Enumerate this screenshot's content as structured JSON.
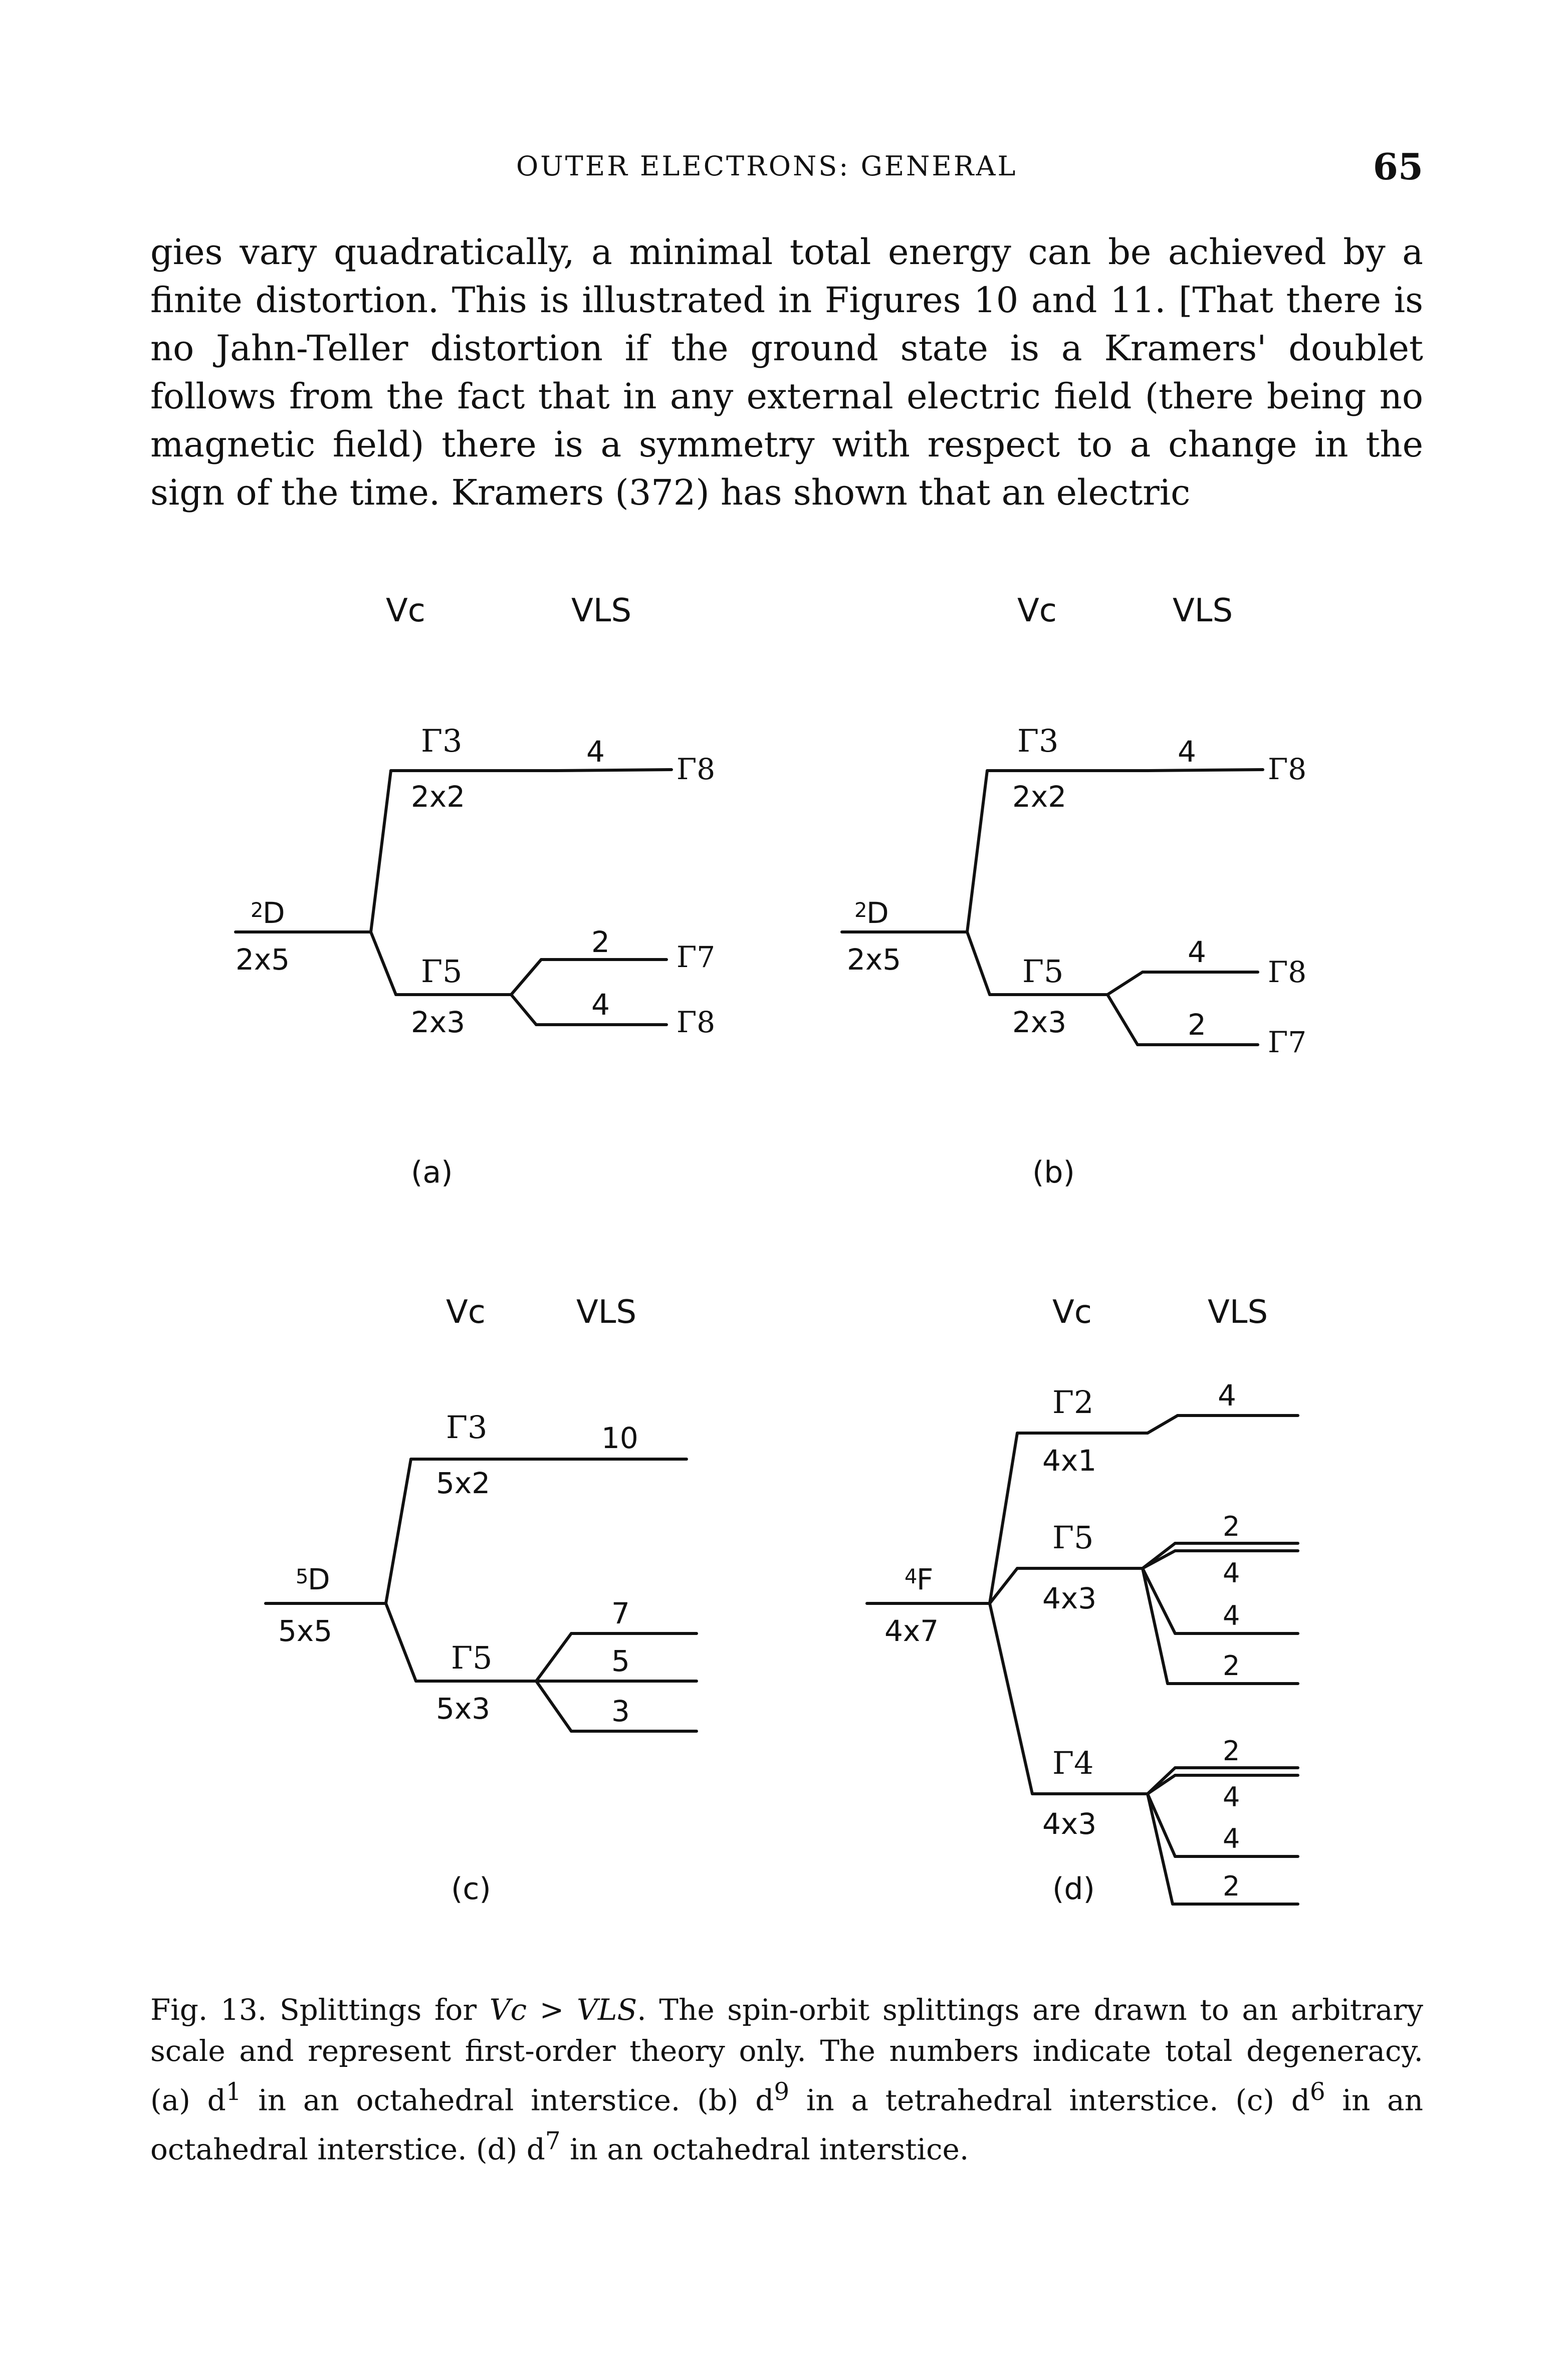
{
  "header": {
    "running_head": "OUTER ELECTRONS: GENERAL",
    "page_number": "65"
  },
  "body_text": "gies vary quadratically, a minimal total energy can be achieved by a finite distortion. This is illustrated in Figures 10 and 11. [That there is no Jahn-Teller distortion if the ground state is a Kramers' doublet follows from the fact that in any external electric field (there being no magnetic field) there is a symmetry with respect to a change in the sign of the time. Kramers (372) has shown that an electric",
  "figure": {
    "column_label_vc": "Vc",
    "column_label_vls": "VLS",
    "panels": {
      "a": {
        "label": "(a)",
        "term": "2D",
        "term_sup": "2",
        "term_letter": "D",
        "term_deg": "2x5",
        "upper_gamma": "Γ3",
        "upper_deg": "2x2",
        "lower_gamma": "Γ5",
        "lower_deg": "2x3",
        "splits": [
          {
            "num": "4",
            "gamma": "Γ8"
          },
          {
            "num": "2",
            "gamma": "Γ7"
          },
          {
            "num": "4",
            "gamma": "Γ8"
          }
        ]
      },
      "b": {
        "label": "(b)",
        "term": "2D",
        "term_sup": "2",
        "term_letter": "D",
        "term_deg": "2x5",
        "upper_gamma": "Γ3",
        "upper_deg": "2x2",
        "lower_gamma": "Γ5",
        "lower_deg": "2x3",
        "splits": [
          {
            "num": "4",
            "gamma": "Γ8"
          },
          {
            "num": "4",
            "gamma": "Γ8"
          },
          {
            "num": "2",
            "gamma": "Γ7"
          }
        ]
      },
      "c": {
        "label": "(c)",
        "term": "5D",
        "term_sup": "5",
        "term_letter": "D",
        "term_deg": "5x5",
        "upper_gamma": "Γ3",
        "upper_deg": "5x2",
        "lower_gamma": "Γ5",
        "lower_deg": "5x3",
        "splits": [
          "10",
          "7",
          "5",
          "3"
        ]
      },
      "d": {
        "label": "(d)",
        "term": "4F",
        "term_sup": "4",
        "term_letter": "F",
        "term_deg": "4x7",
        "g2_gamma": "Γ2",
        "g2_deg": "4x1",
        "g5_gamma": "Γ5",
        "g5_deg": "4x3",
        "g4_gamma": "Γ4",
        "g4_deg": "4x3",
        "splits_g2": [
          "4"
        ],
        "splits_g5": [
          "2",
          "4",
          "4",
          "2"
        ],
        "splits_g4": [
          "2",
          "4",
          "4",
          "2"
        ]
      }
    }
  },
  "caption": {
    "fig_label": "Fig. 13.",
    "text_1": "Splittings for ",
    "vc": "Vc",
    "gt": " > ",
    "vls": "VLS",
    "text_2": ". The spin-orbit splittings are drawn to an arbitrary scale and represent first-order theory only. The numbers indicate total degeneracy. (a) d",
    "sup_a": "1",
    "text_3": " in an octahedral interstice. (b) d",
    "sup_b": "9",
    "text_4": " in a tetrahedral interstice. (c) d",
    "sup_c": "6",
    "text_5": " in an octahedral interstice. (d) d",
    "sup_d": "7",
    "text_6": " in an octahedral interstice."
  }
}
